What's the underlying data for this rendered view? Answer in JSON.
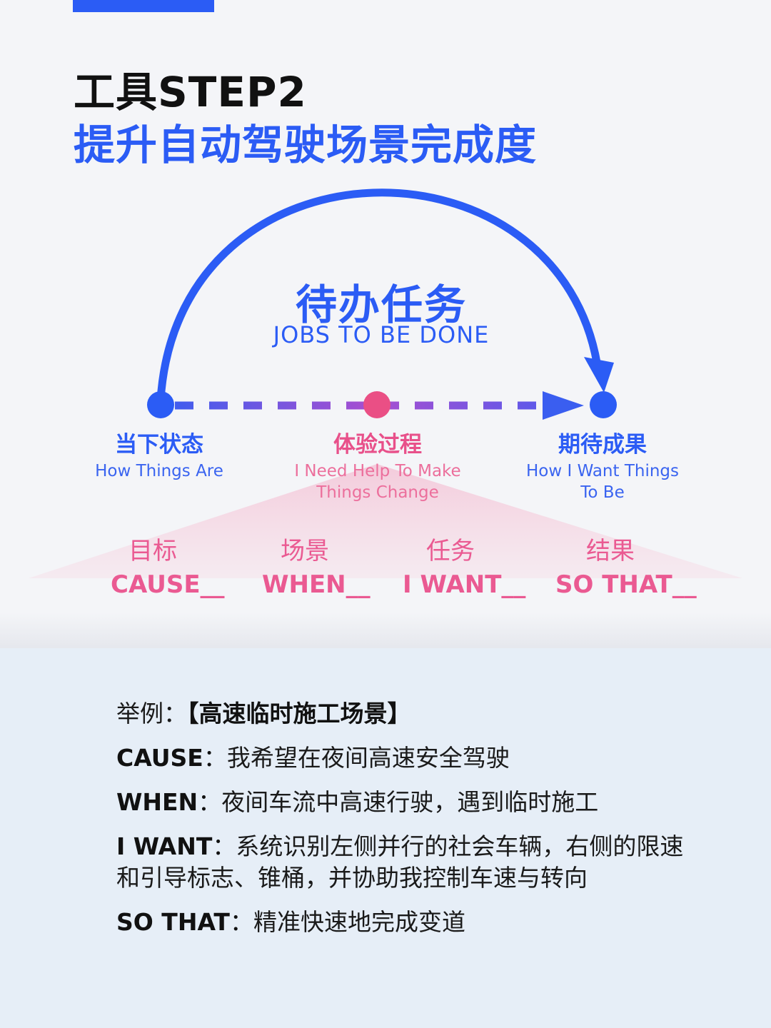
{
  "header": {
    "title_line1": "工具STEP2",
    "title_line2": "提升自动驾驶场景完成度"
  },
  "jtbd": {
    "title_cn": "待办任务",
    "title_en": "JOBS TO BE DONE"
  },
  "stages": [
    {
      "title": "当下状态",
      "subtitle": "How Things Are"
    },
    {
      "title": "体验过程",
      "subtitle_line1": "I Need Help To Make",
      "subtitle_line2": "Things Change"
    },
    {
      "title": "期待成果",
      "subtitle_line1": "How I Want Things",
      "subtitle_line2": "To Be"
    }
  ],
  "formula": [
    {
      "cn": "目标",
      "en": "CAUSE__"
    },
    {
      "cn": "场景",
      "en": "WHEN__"
    },
    {
      "cn": "任务",
      "en": "I WANT__"
    },
    {
      "cn": "结果",
      "en": "SO THAT__"
    }
  ],
  "example": {
    "label": "举例：",
    "scene": "【高速临时施工场景】",
    "rows": [
      {
        "key": "CAUSE",
        "colon": "：",
        "text": "我希望在夜间高速安全驾驶"
      },
      {
        "key": "WHEN",
        "colon": "：",
        "text": "夜间车流中高速行驶，遇到临时施工"
      },
      {
        "key": "I WANT",
        "colon": "：",
        "text": "系统识别左侧并行的社会车辆，右侧的限速和引导标志、锥桶，并协助我控制车速与转向"
      },
      {
        "key": "SO THAT",
        "colon": "：",
        "text": "精准快速地完成变道"
      }
    ]
  },
  "colors": {
    "blue": "#2b5cf5",
    "pink": "#e8508a",
    "purple": "#9b4fd6",
    "panel": "#e6eef7"
  }
}
